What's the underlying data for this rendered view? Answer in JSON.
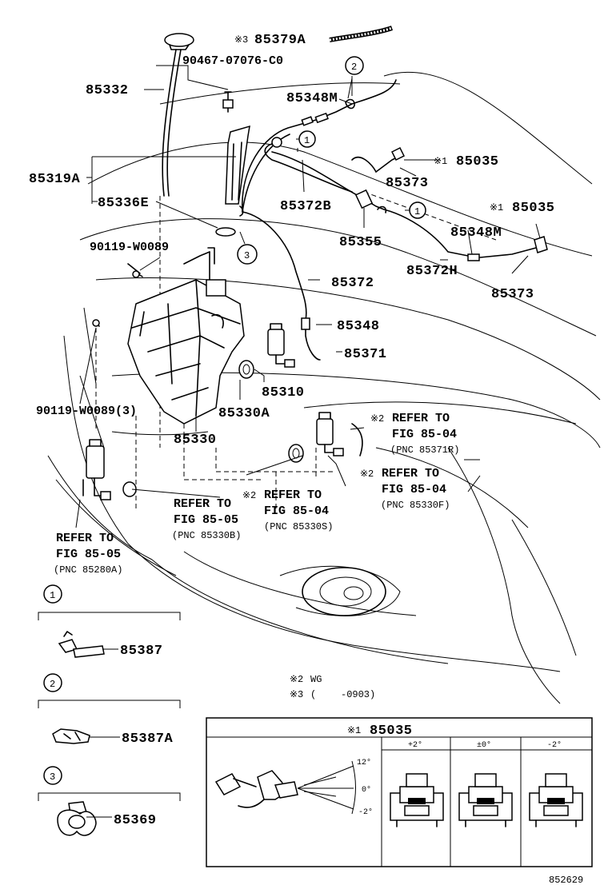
{
  "labels": {
    "p85379a": "85379A",
    "p90467": "90467-07076-C0",
    "p85332": "85332",
    "p85348m_top": "85348M",
    "p85035_a": "85035",
    "p85373_a": "85373",
    "p85319a": "85319A",
    "p85336e": "85336E",
    "p85372b": "85372B",
    "p85035_b": "85035",
    "p85355": "85355",
    "p85348m_right": "85348M",
    "p90119_a": "90119-W0089",
    "p85372h": "85372H",
    "p85373_b": "85373",
    "p85372": "85372",
    "p85348": "85348",
    "p85371": "85371",
    "p85310": "85310",
    "p85330a": "85330A",
    "p90119_b": "90119-W0089(3)",
    "p85330": "85330",
    "p85387": "85387",
    "p85387a": "85387A",
    "p85369": "85369"
  },
  "marks": {
    "note1": "※1",
    "note2": "※2",
    "note3": "※3"
  },
  "circled": [
    "1",
    "2",
    "3"
  ],
  "refs": {
    "r1": {
      "l1": "REFER TO",
      "l2": "FIG 85-04",
      "l3": "(PNC 85371R)"
    },
    "r2": {
      "l1": "REFER TO",
      "l2": "FIG 85-04",
      "l3": "(PNC 85330F)"
    },
    "r3": {
      "l1": "REFER TO",
      "l2": "FIG 85-04",
      "l3": "(PNC 85330S)"
    },
    "r4": {
      "l1": "REFER TO",
      "l2": "FIG 85-05",
      "l3": "(PNC 85330B)"
    },
    "r5": {
      "l1": "REFER TO",
      "l2": "FIG 85-05",
      "l3": "(PNC 85280A)"
    }
  },
  "notes": {
    "wg": "WG",
    "date_open": "(",
    "date_end": "-0903)"
  },
  "inset": {
    "title": "85035",
    "col1": "+2°",
    "col2": "±0°",
    "col3": "-2°",
    "angle_up": "12°",
    "angle_mid": "0°",
    "angle_down": "-2°"
  },
  "figure_number": "852629"
}
